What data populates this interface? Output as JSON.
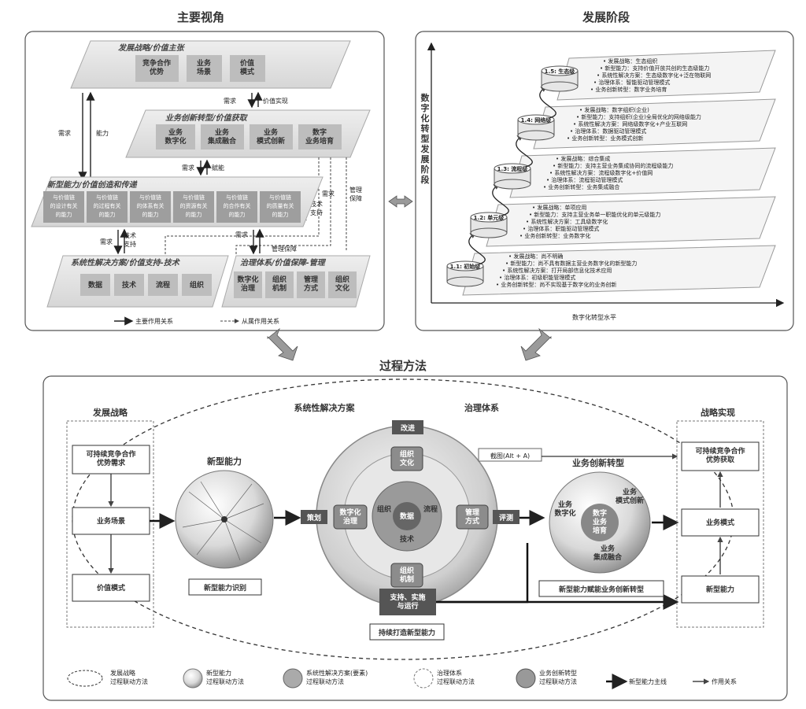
{
  "panels": {
    "views_title": "主要视角",
    "stages_title": "发展阶段",
    "process_title": "过程方法"
  },
  "views": {
    "strategy": {
      "title": "发展战略/价值主张",
      "cells": [
        "竞争合作\n优势",
        "业务\n场景",
        "价值\n模式"
      ]
    },
    "demand_a": "需求",
    "value_realize": "价值实现",
    "capability": "能力",
    "demand_b": "需求",
    "innovation": {
      "title": "业务创新转型/价值获取",
      "cells": [
        "业务\n数字化",
        "业务\n集成融合",
        "业务\n模式创新",
        "数字\n业务培育"
      ]
    },
    "demand_c": "需求",
    "enable": "赋能",
    "new_cap": {
      "title": "新型能力/价值创造和传递",
      "cells": [
        "与价值链\n的设计有关\n的能力",
        "与价值链\n的过程有关\n的能力",
        "与价值链\n的体系有关\n的能力",
        "与价值链\n的资源有关\n的能力",
        "与价值链\n的合作有关\n的能力",
        "与价值链\n的质量有关\n的能力"
      ]
    },
    "demand_d": "需求",
    "tech_support_a": "技术\n支持",
    "demand_e": "需求",
    "tech_support_b": "技术\n支持",
    "demand_f": "需求",
    "mgmt_guarantee_a": "管理保障",
    "demand_g": "需求",
    "mgmt_guarantee_b": "管理\n保障",
    "solution": {
      "title": "系统性解决方案/价值支持-技术",
      "cells": [
        "数据",
        "技术",
        "流程",
        "组织"
      ]
    },
    "governance": {
      "title": "治理体系/价值保障-管理",
      "cells": [
        "数字化\n治理",
        "组织\n机制",
        "管理\n方式",
        "组织\n文化"
      ]
    },
    "legend_main": "主要作用关系",
    "legend_sub": "从属作用关系"
  },
  "stages": {
    "y_label": "数\n字\n化\n转\n型\n发\n展\n阶\n段",
    "x_label": "数字化转型水平",
    "levels": [
      {
        "name": "1.1: 初始级",
        "lines": [
          "发展战略：尚不明确",
          "新型能力：尚不具有数据主营业务数字化的新型能力",
          "系统性解决方案：打开局部信息化技术应用",
          "治理体系：初级职能管理模式",
          "业务创新转型：尚不实现基于数字化的业务创新"
        ]
      },
      {
        "name": "1.2: 单元级",
        "lines": [
          "发展战略：单项应用",
          "新型能力：支持主营业务单一职能优化的单元级能力",
          "系统性解决方案：工具级数字化",
          "治理体系：职能驱动管理模式",
          "业务创新转型：业务数字化"
        ]
      },
      {
        "name": "1.3: 流程级",
        "lines": [
          "发展战略：综合集成",
          "新型能力：支持主营业务集成协同的流程级能力",
          "系统性解决方案：流程级数字化+价值网",
          "治理体系：流程驱动管理模式",
          "业务创新转型：业务集成融合"
        ]
      },
      {
        "name": "1.4: 网络级",
        "lines": [
          "发展战略：数字组织(企业)",
          "新型能力：支持组织(企业)全局优化的网络级能力",
          "系统性解决方案：网络级数字化+产业互联网",
          "治理体系：数据驱动管理模式",
          "业务创新转型：业务模式创新"
        ]
      },
      {
        "name": "1.5: 生态级",
        "lines": [
          "发展战略：生态组织",
          "新型能力：支持价值开放共创的生态级能力",
          "系统性解决方案：生态级数字化+泛在物联网",
          "治理体系：智能驱动管理模式",
          "业务创新转型：数字业务培育"
        ]
      }
    ]
  },
  "process": {
    "strategy_title": "发展战略",
    "strategy_boxes": [
      "可持续竞争合作\n优势需求",
      "业务场景",
      "价值模式"
    ],
    "newcap_title": "新型能力",
    "newcap_label": "新型能力识别",
    "solution_title": "系统性解决方案",
    "governance_title": "治理体系",
    "tooltip": "截图(Alt + A)",
    "improve": "改进",
    "plan": "策划",
    "review": "评测",
    "support": "支持、实施\n与运行",
    "continuous": "持续打造新型能力",
    "gov_cells": [
      "组织\n文化",
      "数字化\n治理",
      "管理\n方式",
      "组织\n机制"
    ],
    "core_ring": [
      "组织",
      "数据",
      "流程",
      "技术"
    ],
    "innovation_title": "业务创新转型",
    "innovation_items": [
      "业务\n数字化",
      "业务\n模式创新",
      "数字\n业务\n培育",
      "业务\n集成融合"
    ],
    "innovation_label": "新型能力赋能业务创新转型",
    "realize_title": "战略实现",
    "realize_boxes": [
      "可持续竞争合作\n优势获取",
      "业务模式",
      "新型能力"
    ],
    "legend": [
      "发展战略\n过程联动方法",
      "新型能力\n过程联动方法",
      "系统性解决方案(要素)\n过程联动方法",
      "治理体系\n过程联动方法",
      "业务创新转型\n过程联动方法",
      "新型能力主线",
      "作用关系"
    ]
  }
}
